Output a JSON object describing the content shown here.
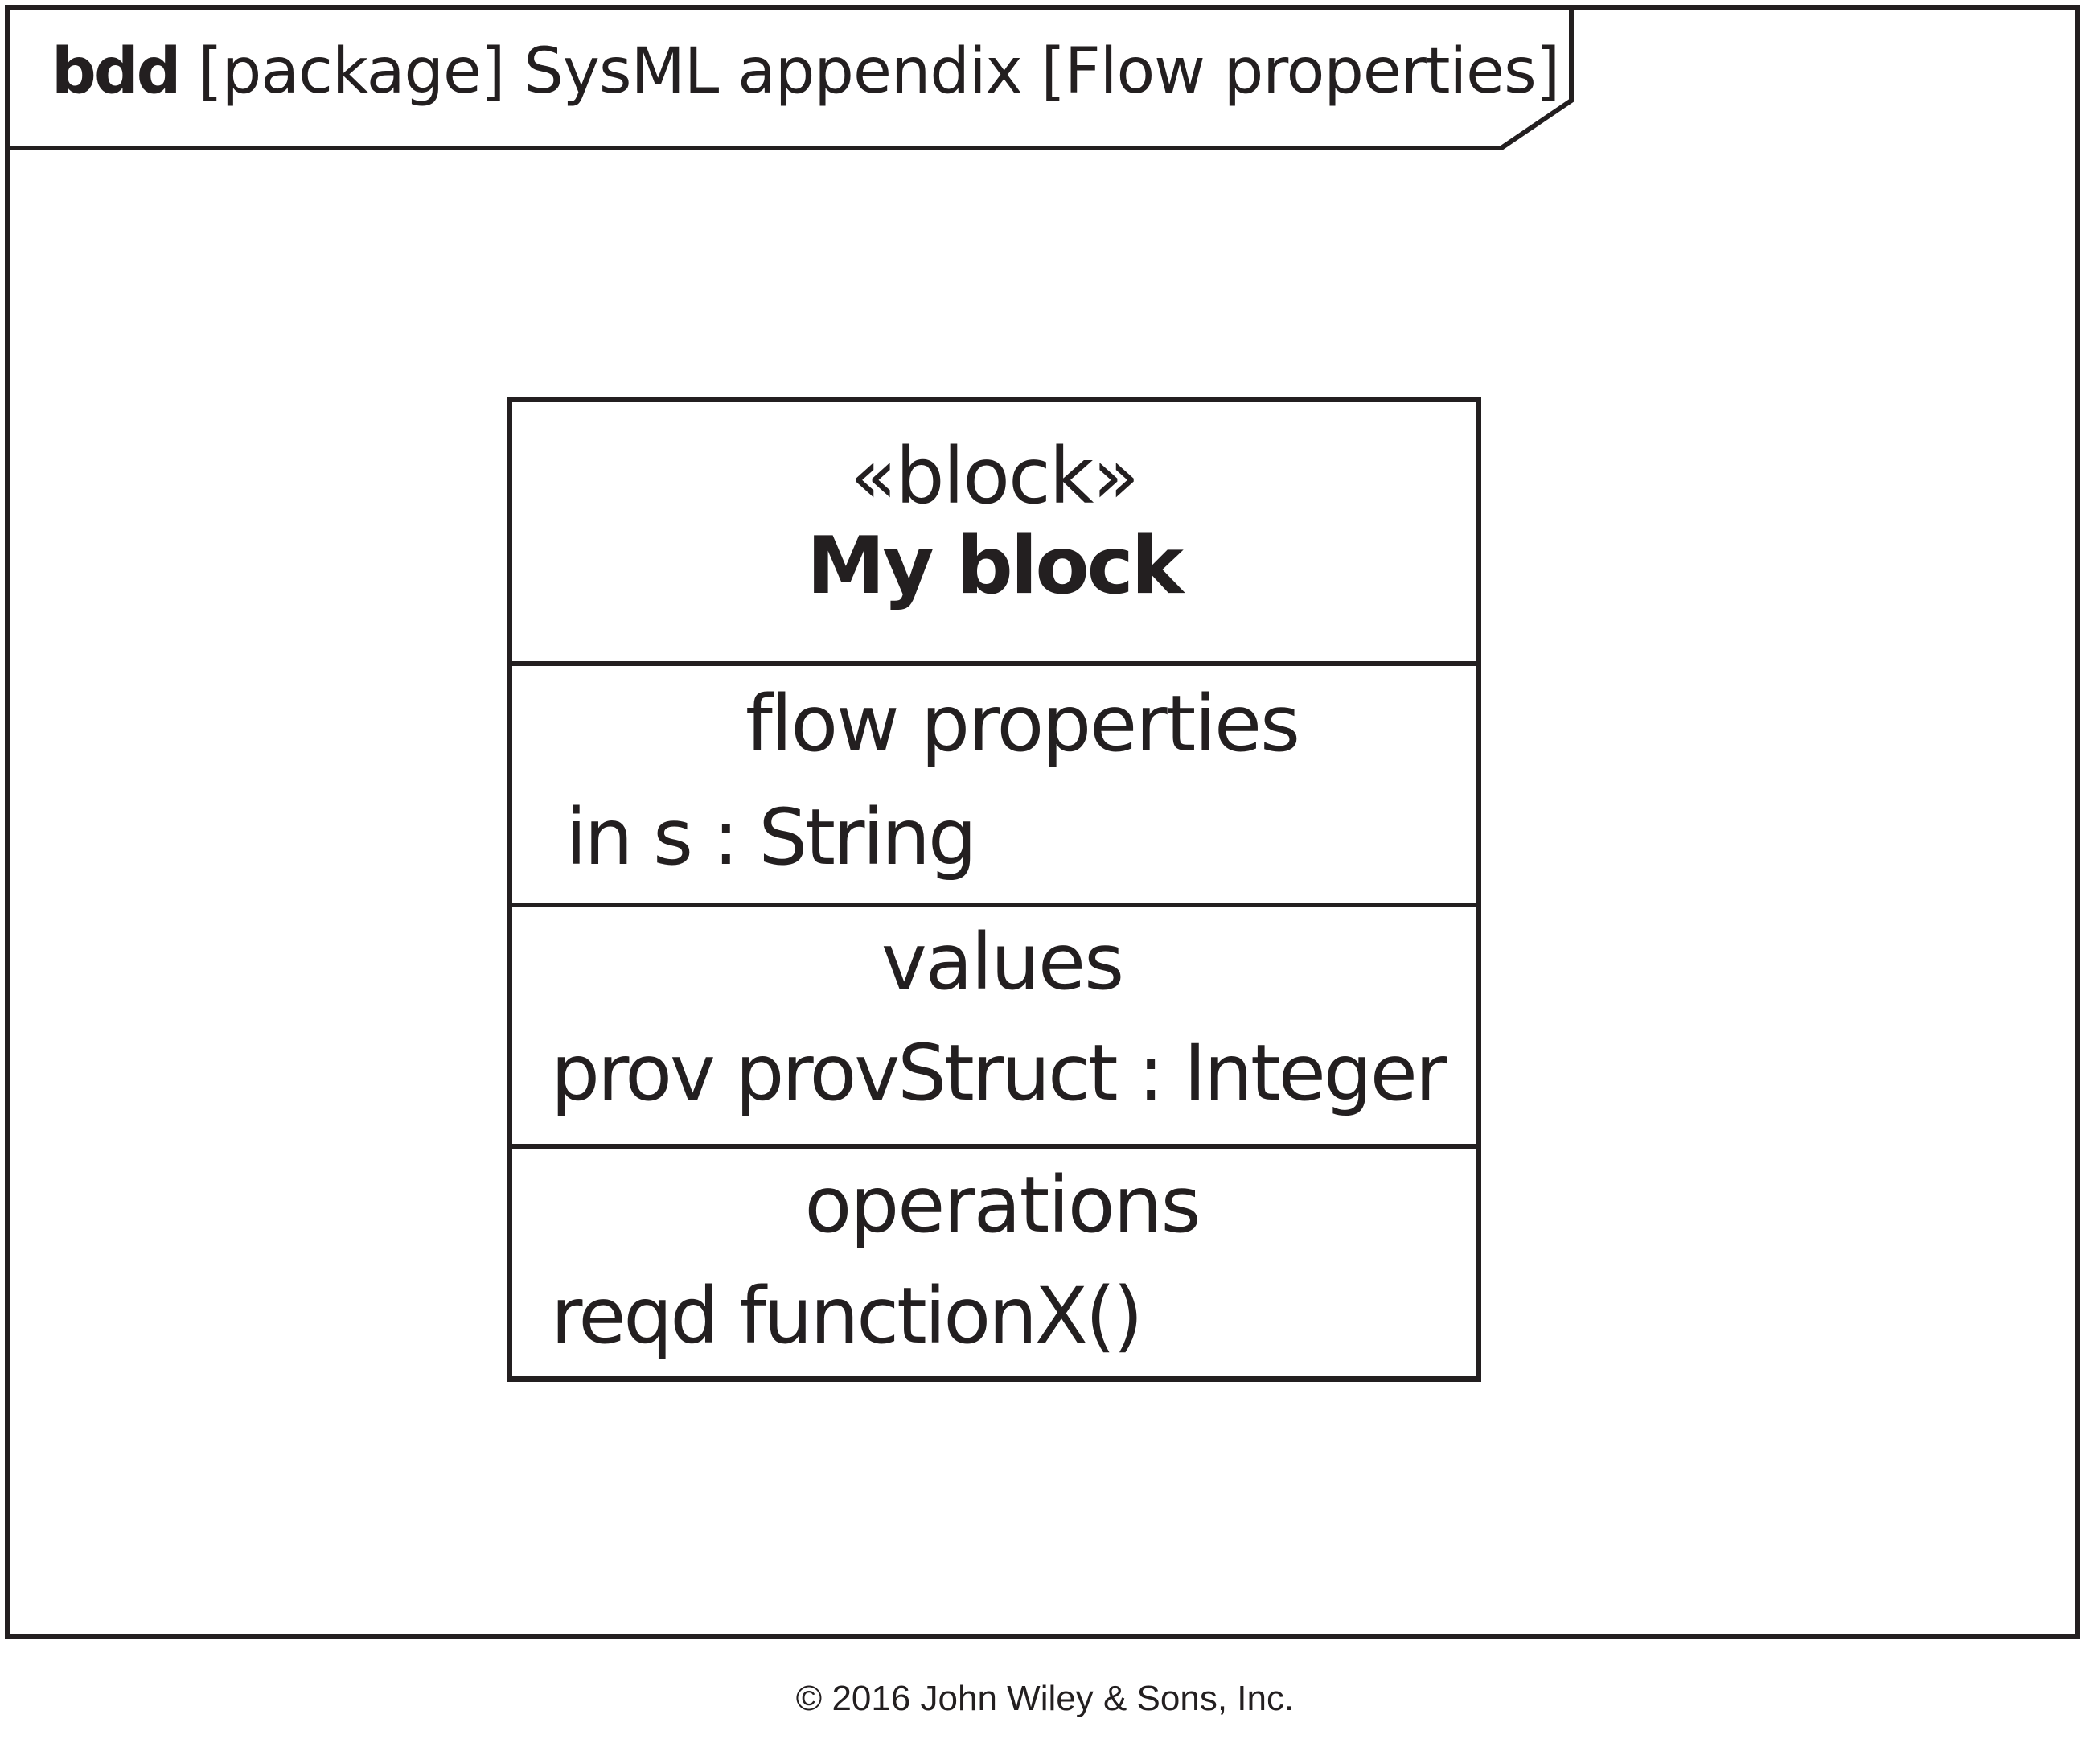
{
  "frame": {
    "kind": "bdd",
    "header": "[package] SysML appendix [Flow properties]"
  },
  "block": {
    "stereotype": "«block»",
    "name": "My block",
    "compartments": [
      {
        "title": "flow properties",
        "items": [
          "in s : String"
        ]
      },
      {
        "title": "values",
        "items": [
          "prov provStruct : Integer"
        ]
      },
      {
        "title": "operations",
        "items": [
          "reqd functionX()"
        ]
      }
    ]
  },
  "footer": {
    "copyright": "© 2016 John Wiley & Sons, Inc."
  },
  "colors": {
    "stroke": "#231f20",
    "background": "#ffffff"
  }
}
